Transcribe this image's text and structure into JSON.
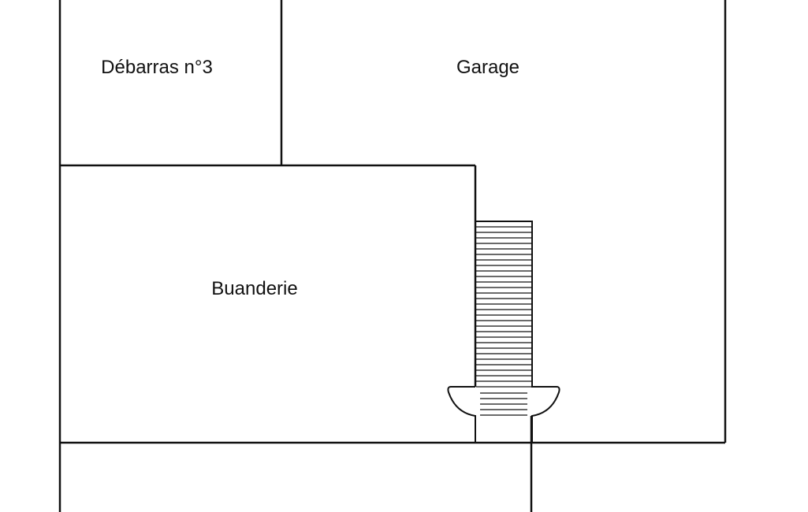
{
  "rooms": [
    {
      "name": "Débarras n°3"
    },
    {
      "name": "Garage"
    },
    {
      "name": "Buanderie"
    }
  ],
  "colors": {
    "wall": "#111111",
    "background": "#ffffff"
  }
}
